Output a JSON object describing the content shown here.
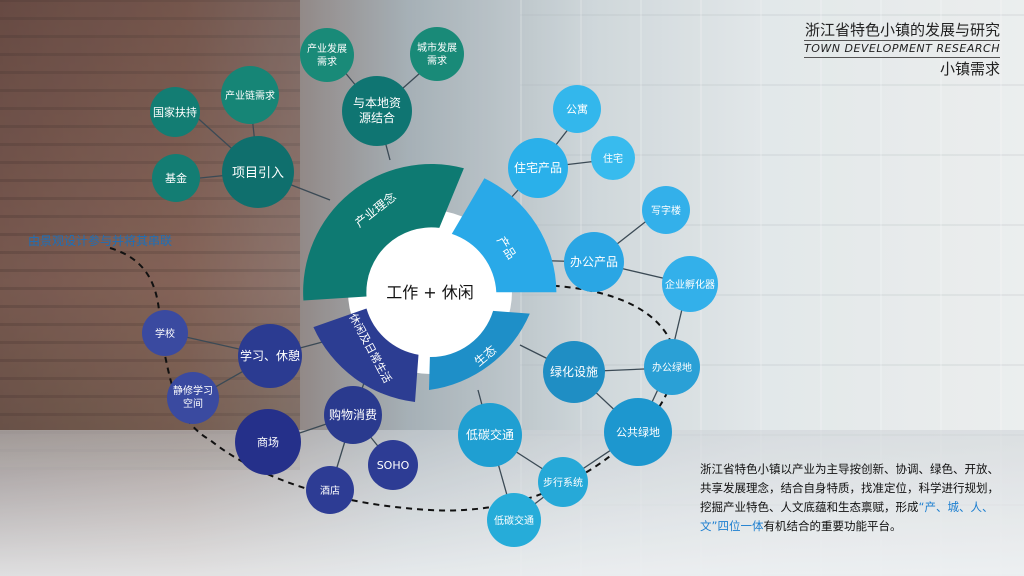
{
  "header": {
    "title": "浙江省特色小镇的发展与研究",
    "subtitle_en": "TOWN DEVELOPMENT RESEARCH",
    "section": "小镇需求"
  },
  "callout": "由景观设计参与并将其串联",
  "center_label": "工作 + 休闲",
  "segments": {
    "industry": "产业理念",
    "production": "产品",
    "ecology": "生态",
    "lifestyle": "休闲及日常生活"
  },
  "nodes": {
    "xiangmu": "项目引入",
    "jijin": "基金",
    "guojia": "国家扶持",
    "chanyelian": "产业链需求",
    "chanyefazhan": [
      "产业发展",
      "需求"
    ],
    "yubendi": [
      "与本地资",
      "源结合"
    ],
    "chengshi": [
      "城市发展",
      "需求"
    ],
    "zhuzhai": "住宅产品",
    "gongyu": "公寓",
    "zhuzhai_small": "住宅",
    "bangong": "办公产品",
    "xiezilou": "写字楼",
    "qiye": "企业孵化器",
    "lvhua": "绿化设施",
    "bangonglvdi": "办公绿地",
    "gonggonglvdi": "公共绿地",
    "ditan": "低碳交通",
    "buxing": "步行系统",
    "ditan_small": "低碳交通",
    "gouwu": "购物消费",
    "shangchang": "商场",
    "jiudian": "酒店",
    "soho": "SOHO",
    "xuexi": "学习、休憩",
    "xuexiao": "学校",
    "jingxiu": [
      "静修学习",
      "空间"
    ]
  },
  "description": {
    "part1": "浙江省特色小镇以产业为主导按创新、协调、绿色、开放、共享发展理念，结合自身特质，找准定位，科学进行规划，挖掘产业特色、人文底蕴和生态禀赋，形成",
    "highlight": "“产、城、人、文”四位一体",
    "part2": "有机结合的重要功能平台。"
  },
  "colors": {
    "teal": "#0e7a72",
    "sky": "#29a9e8",
    "ocean": "#1e8fc8",
    "navy": "#2c3d92"
  }
}
